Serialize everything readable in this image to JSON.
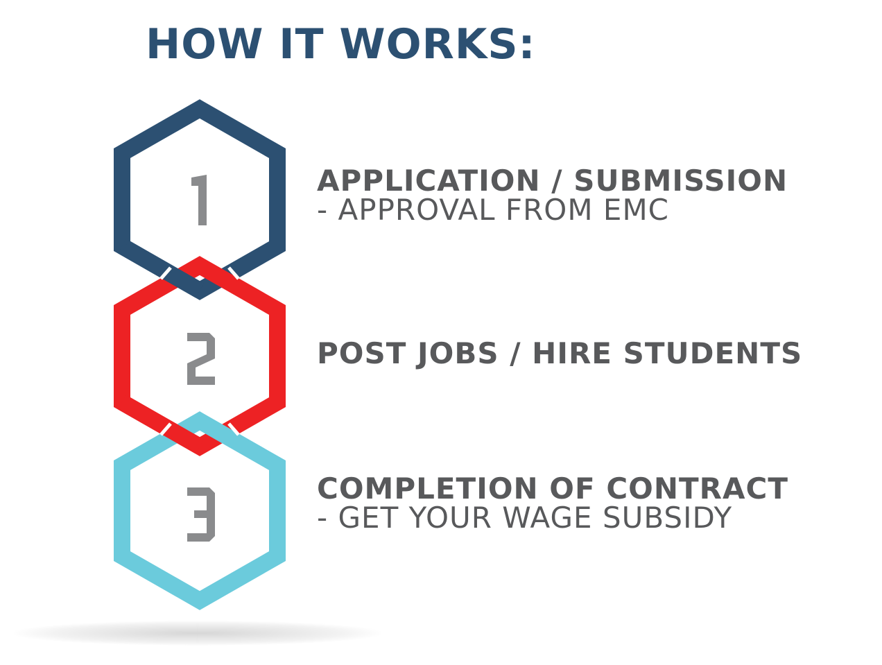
{
  "title": "HOW IT WORKS:",
  "colors": {
    "title": "#2c5072",
    "hex1": "#2c5072",
    "hex2": "#ed2224",
    "hex3": "#6bcbdc",
    "numerals": "#8a8b8d",
    "text": "#58595b"
  },
  "steps": [
    {
      "number": "1",
      "heading": "APPLICATION / SUBMISSION",
      "subtext": "- APPROVAL FROM EMC"
    },
    {
      "number": "2",
      "heading": "POST JOBS / HIRE STUDENTS",
      "subtext": ""
    },
    {
      "number": "3",
      "heading": "COMPLETION OF CONTRACT",
      "subtext": "- GET YOUR WAGE SUBSIDY"
    }
  ]
}
